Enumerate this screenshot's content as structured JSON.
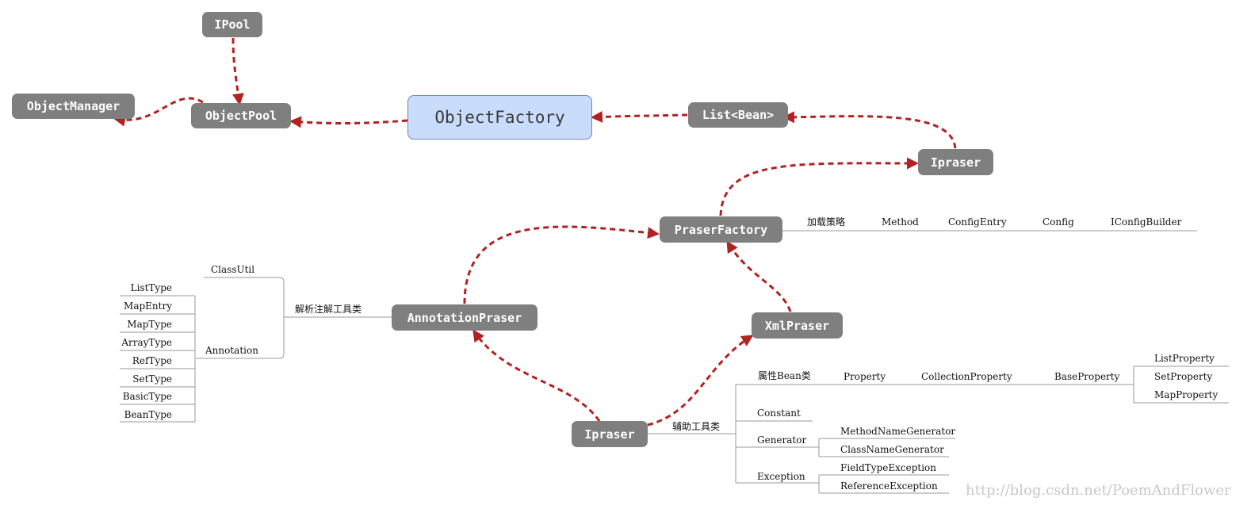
{
  "nodes": {
    "ipool": "IPool",
    "object_manager": "ObjectManager",
    "object_pool": "ObjectPool",
    "object_factory": "ObjectFactory",
    "list_bean": "List<Bean>",
    "ipraser_top": "Ipraser",
    "praser_factory": "PraserFactory",
    "annotation_praser": "AnnotationPraser",
    "xml_praser": "XmlPraser",
    "ipraser_bottom": "Ipraser"
  },
  "praser_factory_branch": {
    "items": [
      "加载策略",
      "Method",
      "ConfigEntry",
      "Config",
      "IConfigBuilder"
    ]
  },
  "annotation_branch": {
    "label": "解析注解工具类",
    "class_util": "ClassUtil",
    "annotation": "Annotation",
    "types": [
      "ListType",
      "MapEntry",
      "MapType",
      "ArrayType",
      "RefType",
      "SetType",
      "BasicType",
      "BeanType"
    ]
  },
  "helper_branch": {
    "label": "辅助工具类",
    "property_class": "属性Bean类",
    "property": "Property",
    "collection_property": "CollectionProperty",
    "base_property": "BaseProperty",
    "base_children": [
      "ListProperty",
      "SetProperty",
      "MapProperty"
    ],
    "constant": "Constant",
    "generator": "Generator",
    "generator_children": [
      "MethodNameGenerator",
      "ClassNameGenerator"
    ],
    "exception": "Exception",
    "exception_children": [
      "FieldTypeException",
      "ReferenceException"
    ]
  },
  "watermark": "http://blog.csdn.net/PoemAndFlower",
  "colors": {
    "node": "#7f7f7f",
    "central": "#c9dcfb",
    "arrow": "#b22222",
    "line": "#9a9a9a"
  }
}
